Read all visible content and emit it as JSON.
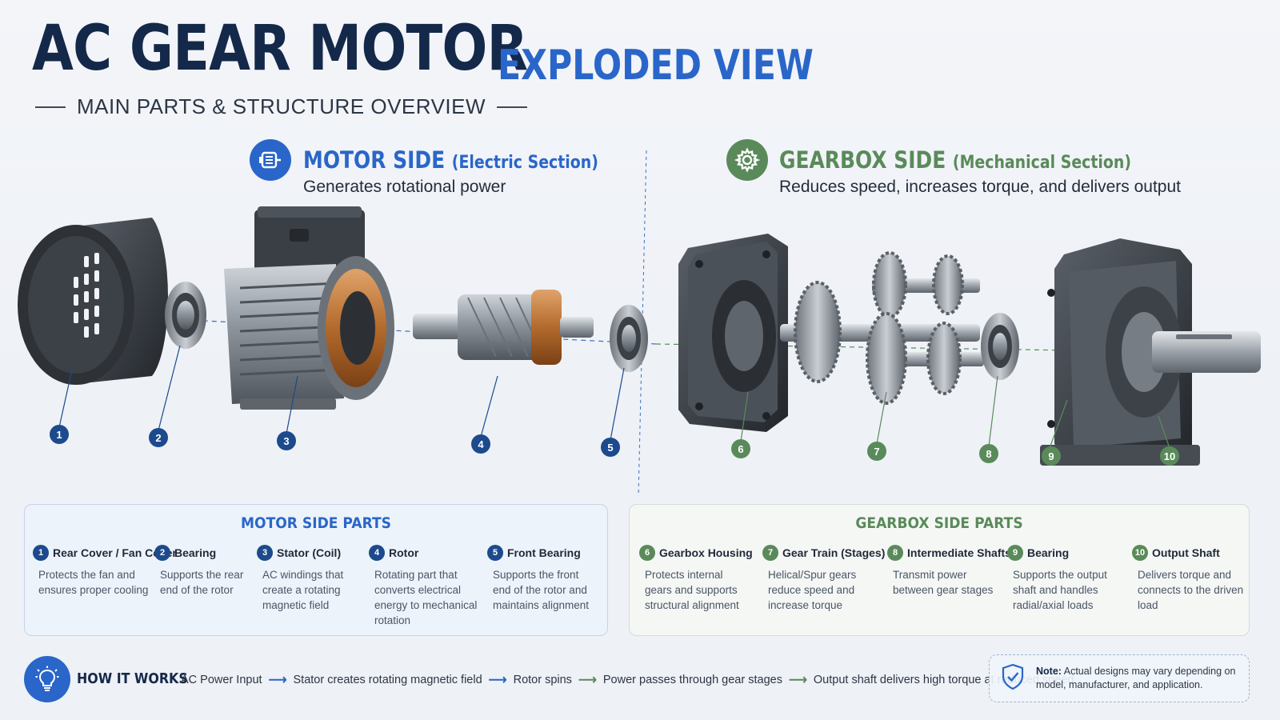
{
  "header": {
    "title": "AC GEAR MOTOR",
    "title_accent": "EXPLODED VIEW",
    "subtitle": "MAIN PARTS & STRUCTURE OVERVIEW"
  },
  "motor_side": {
    "title": "MOTOR SIDE",
    "title_paren": "(Electric Section)",
    "description": "Generates rotational power",
    "icon": "motor-icon",
    "color": "#2a66c9"
  },
  "gearbox_side": {
    "title": "GEARBOX SIDE",
    "title_paren": "(Mechanical Section)",
    "description": "Reduces speed, increases torque, and delivers output",
    "icon": "gear-icon",
    "color": "#5a8a5a"
  },
  "callouts": {
    "c1": "1",
    "c2": "2",
    "c3": "3",
    "c4": "4",
    "c5": "5",
    "c6": "6",
    "c7": "7",
    "c8": "8",
    "c9": "9",
    "c10": "10"
  },
  "motor_parts": {
    "title": "MOTOR SIDE PARTS",
    "items": [
      {
        "num": "1",
        "name": "Rear Cover / Fan Cover",
        "desc": "Protects the fan and ensures proper cooling"
      },
      {
        "num": "2",
        "name": "Bearing",
        "desc": "Supports the rear end of the rotor"
      },
      {
        "num": "3",
        "name": "Stator (Coil)",
        "desc": "AC windings that create a rotating magnetic field"
      },
      {
        "num": "4",
        "name": "Rotor",
        "desc": "Rotating part that converts electrical energy to mechanical rotation"
      },
      {
        "num": "5",
        "name": "Front Bearing",
        "desc": "Supports the front end of the rotor and maintains alignment"
      }
    ]
  },
  "gearbox_parts": {
    "title": "GEARBOX SIDE PARTS",
    "items": [
      {
        "num": "6",
        "name": "Gearbox Housing",
        "desc": "Protects internal gears and supports structural alignment"
      },
      {
        "num": "7",
        "name": "Gear Train (Stages)",
        "desc": "Helical/Spur gears reduce speed and increase torque"
      },
      {
        "num": "8",
        "name": "Intermediate Shafts",
        "desc": "Transmit power between gear stages"
      },
      {
        "num": "9",
        "name": "Bearing",
        "desc": "Supports the output shaft and handles radial/axial loads"
      },
      {
        "num": "10",
        "name": "Output Shaft",
        "desc": "Delivers torque and connects to the driven load"
      }
    ]
  },
  "how_it_works": {
    "label": "HOW IT WORKS",
    "steps": [
      "AC Power Input",
      "Stator creates rotating magnetic field",
      "Rotor spins",
      "Power passes through gear stages",
      "Output shaft delivers high torque at reduced speed"
    ]
  },
  "note": {
    "label": "Note:",
    "text": "Actual designs may vary depending on model, manufacturer, and application.",
    "icon": "shield-check-icon"
  }
}
